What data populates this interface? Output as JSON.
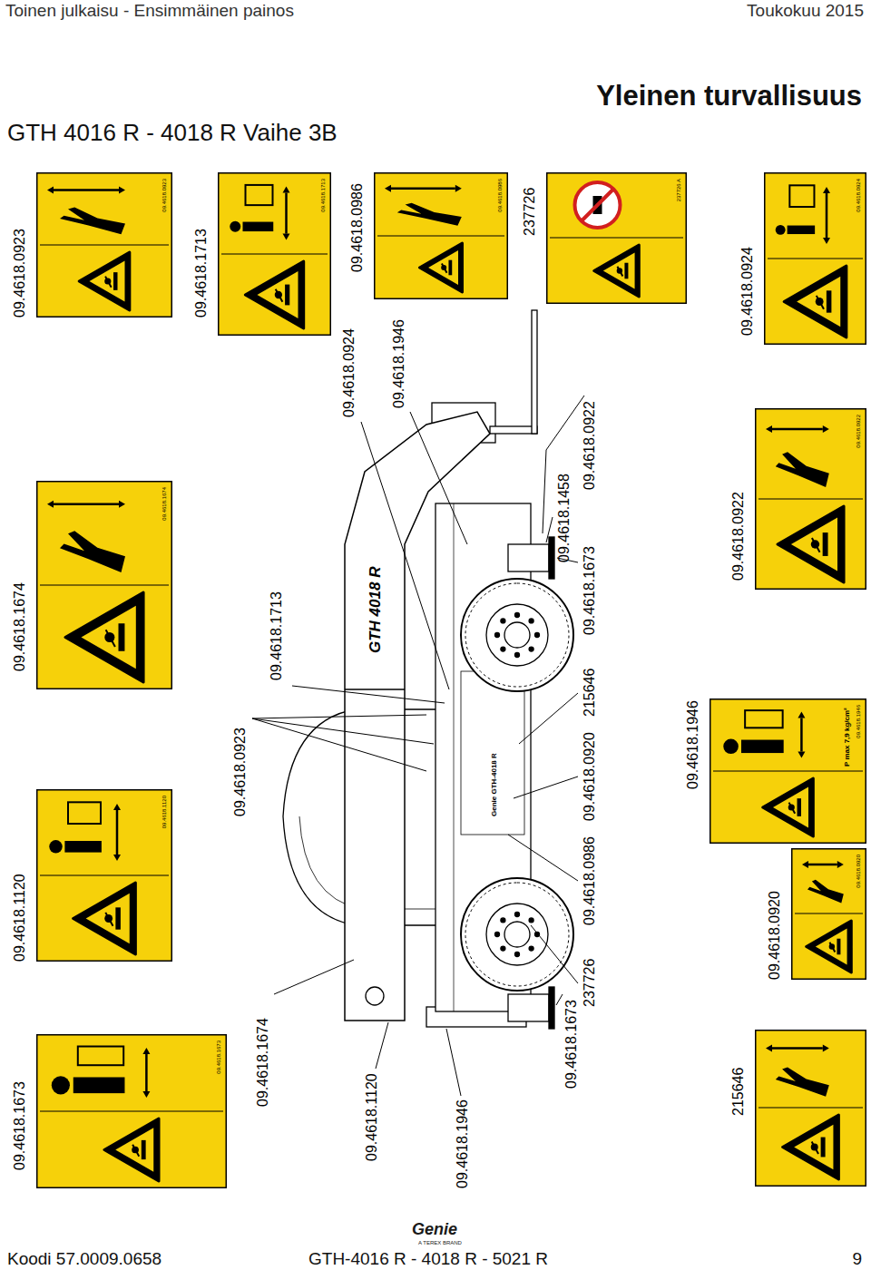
{
  "diagram": {
    "title": "Yleinen turvallisuus",
    "nodes": [
      {
        "text": [
          "09.4618.0923",
          "09.4618.0923"
        ]
      },
      {
        "text": [
          "09.4618.1713",
          "09.4618.1713"
        ]
      },
      {
        "text": [
          "09.4618.0986",
          "09.4618.0986"
        ]
      },
      {
        "text": [
          "237726",
          "237726 A"
        ]
      },
      {
        "text": [
          "09.4618.0924",
          "09.4618.0924"
        ]
      },
      {
        "text": [
          "09.4618.1674",
          "09.4618.1674"
        ]
      },
      {
        "text": [
          "09.4618.0922",
          "09.4618.0922"
        ]
      },
      {
        "text": [
          "09.4618.1120",
          "09.4618.1120"
        ]
      },
      {
        "text": [
          "09.4618.1946",
          "P max 7,9 kg/cm²",
          "09.4618.1946"
        ]
      },
      {
        "text": [
          "09.4618.0920",
          "09.4618.0920"
        ]
      },
      {
        "text": [
          "09.4618.1673",
          "09.4618.1673"
        ]
      },
      {
        "text": [
          "215646"
        ]
      }
    ],
    "labels": [
      "Toinen julkaisu - Ensimmäinen painos",
      "Toukokuu 2015",
      "GTH 4016 R - 4018 R Vaihe 3B",
      "Koodi 57.0009.0658",
      "GTH-4016 R - 4018 R - 5021 R",
      "9",
      "Genie",
      "A TEREX BRAND",
      "09.4618.1674",
      "09.4618.0923",
      "09.4618.1713",
      "09.4618.1120",
      "09.4618.1946",
      "09.4618.1673",
      "237726",
      "09.4618.0986",
      "09.4618.0920",
      "215646",
      "09.4618.1673",
      "09.4618.1458",
      "09.4618.0922",
      "09.4618.0924",
      "09.4618.1946",
      "GTH 4018 R",
      "Genie GTH-4018 R"
    ]
  }
}
